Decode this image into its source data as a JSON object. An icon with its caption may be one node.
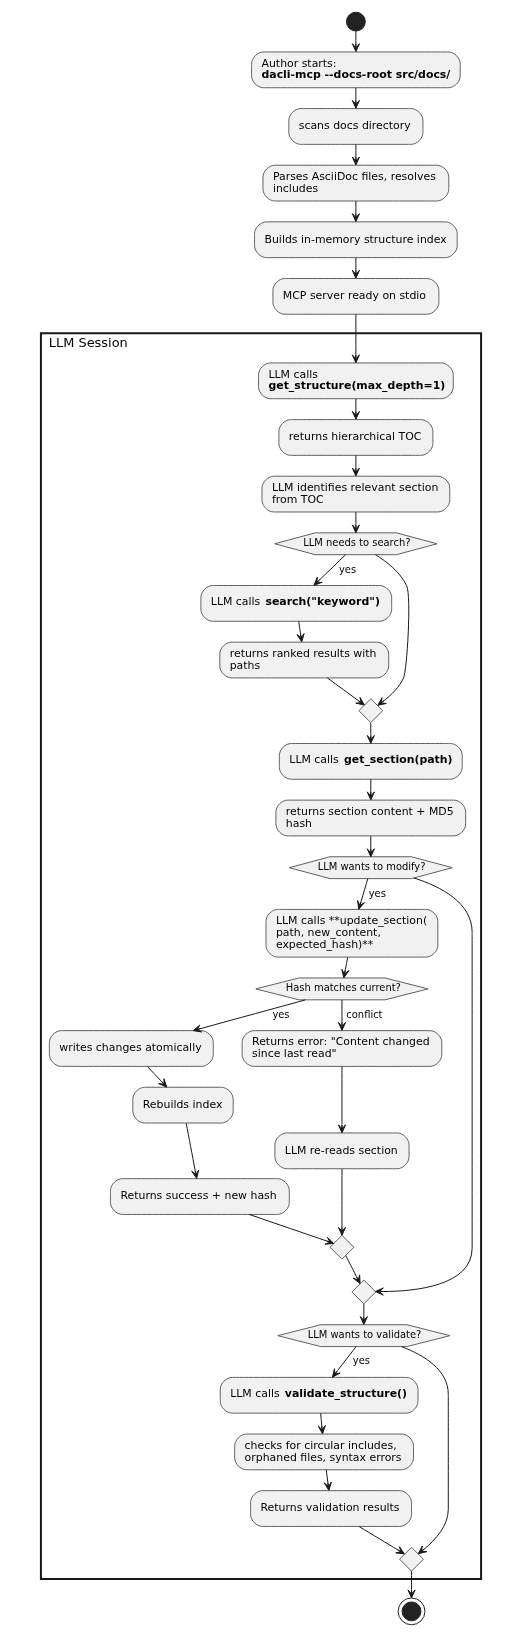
{
  "diagram": {
    "nodes": [
      {
        "text": [],
        "shape": "circle"
      },
      {
        "text": [
          "Author starts:",
          "dacli-mcp --docs-root src/docs/"
        ]
      },
      {
        "text": [
          "scans docs directory"
        ]
      },
      {
        "text": [
          "Parses AsciiDoc files, resolves includes"
        ]
      },
      {
        "text": [
          "Builds in-memory structure index"
        ]
      },
      {
        "text": [
          "MCP server ready on stdio"
        ]
      },
      {
        "text": [
          "LLM Session"
        ]
      },
      {
        "text": [
          "LLM calls **get_structure(max_depth=1)**"
        ],
        "in": 6
      },
      {
        "text": [
          "returns hierarchical TOC"
        ],
        "in": 6
      },
      {
        "text": [
          "LLM identifies relevant section from TOC"
        ],
        "in": 6
      },
      {
        "text": [
          "LLM needs to search?"
        ],
        "in": 6
      },
      {
        "text": [
          "LLM calls **search(\"keyword\")**"
        ],
        "in": 6
      },
      {
        "text": [
          "returns ranked results with paths"
        ],
        "in": 6
      },
      {
        "text": [],
        "shape": "diamond",
        "in": 6
      },
      {
        "text": [
          "LLM calls **get_section(path)**"
        ],
        "in": 6
      },
      {
        "text": [
          "returns section content + MD5 hash"
        ],
        "in": 6
      },
      {
        "text": [
          "LLM wants to modify?"
        ],
        "in": 6
      },
      {
        "text": [
          "LLM calls **update_section( path, new_content, expected_hash)**"
        ],
        "in": 6
      },
      {
        "text": [
          "Hash matches current?"
        ],
        "in": 6
      },
      {
        "text": [
          "writes changes atomically"
        ],
        "in": 6
      },
      {
        "text": [
          "Rebuilds index"
        ],
        "in": 6
      },
      {
        "text": [
          "Returns success + new hash"
        ],
        "in": 6
      },
      {
        "text": [
          "Returns error: \"Content changed since last read\""
        ],
        "in": 6
      },
      {
        "text": [
          "LLM re-reads section"
        ],
        "in": 6
      },
      {
        "text": [],
        "shape": "diamond",
        "in": 6
      },
      {
        "text": [],
        "shape": "diamond",
        "in": 6
      },
      {
        "text": [
          "LLM wants to validate?"
        ],
        "in": 6
      },
      {
        "text": [
          "LLM calls **validate_structure()**"
        ],
        "in": 6
      },
      {
        "text": [
          "checks for circular includes, orphaned files, syntax errors"
        ],
        "in": 6
      },
      {
        "text": [
          "Returns validation results"
        ],
        "in": 6
      },
      {
        "text": [],
        "shape": "diamond",
        "in": 6
      },
      {
        "text": [],
        "shape": "circle"
      }
    ],
    "edges": [
      {
        "from": 0,
        "to": 1,
        "arrow": "to"
      },
      {
        "from": 1,
        "to": 2,
        "arrow": "to"
      },
      {
        "from": 2,
        "to": 3,
        "arrow": "to"
      },
      {
        "from": 3,
        "to": 4,
        "arrow": "to"
      },
      {
        "from": 4,
        "to": 5,
        "arrow": "to"
      },
      {
        "from": 5,
        "to": 7,
        "arrow": "to"
      },
      {
        "from": 7,
        "to": 8,
        "arrow": "to"
      },
      {
        "from": 8,
        "to": 9,
        "arrow": "to"
      },
      {
        "from": 9,
        "to": 10,
        "arrow": "to"
      },
      {
        "from": 10,
        "to": 11,
        "arrow": "to",
        "label": "yes"
      },
      {
        "from": 11,
        "to": 12,
        "arrow": "to"
      },
      {
        "from": 12,
        "to": 13,
        "arrow": "to"
      },
      {
        "from": 10,
        "to": 13,
        "arrow": "to"
      },
      {
        "from": 13,
        "to": 14,
        "arrow": "to"
      },
      {
        "from": 14,
        "to": 15,
        "arrow": "to"
      },
      {
        "from": 15,
        "to": 16,
        "arrow": "to"
      },
      {
        "from": 16,
        "to": 17,
        "arrow": "to",
        "label": "yes"
      },
      {
        "from": 17,
        "to": 18,
        "arrow": "to"
      },
      {
        "from": 18,
        "to": 19,
        "arrow": "to",
        "label": "yes"
      },
      {
        "from": 18,
        "to": 22,
        "arrow": "to",
        "label": "conflict"
      },
      {
        "from": 19,
        "to": 20,
        "arrow": "to"
      },
      {
        "from": 20,
        "to": 21,
        "arrow": "to"
      },
      {
        "from": 22,
        "to": 23,
        "arrow": "to"
      },
      {
        "from": 21,
        "to": 24,
        "arrow": "to"
      },
      {
        "from": 23,
        "to": 24,
        "arrow": "to"
      },
      {
        "from": 24,
        "to": 25,
        "arrow": "to"
      },
      {
        "from": 16,
        "to": 25,
        "arrow": "to"
      },
      {
        "from": 25,
        "to": 26,
        "arrow": "to"
      },
      {
        "from": 26,
        "to": 27,
        "arrow": "to",
        "label": "yes"
      },
      {
        "from": 27,
        "to": 28,
        "arrow": "to"
      },
      {
        "from": 28,
        "to": 29,
        "arrow": "to"
      },
      {
        "from": 29,
        "to": 30,
        "arrow": "to"
      },
      {
        "from": 26,
        "to": 30,
        "arrow": "to"
      },
      {
        "from": 30,
        "to": 31,
        "arrow": "to"
      }
    ]
  }
}
